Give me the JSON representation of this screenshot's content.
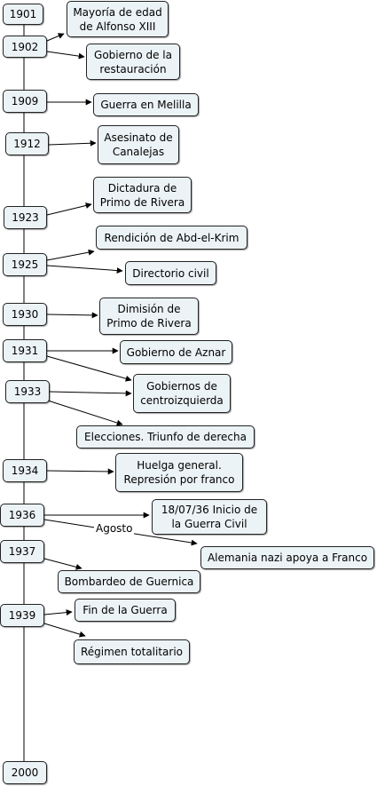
{
  "years": [
    {
      "id": "y1901",
      "label": "1901"
    },
    {
      "id": "y1902",
      "label": "1902"
    },
    {
      "id": "y1909",
      "label": "1909"
    },
    {
      "id": "y1912",
      "label": "1912"
    },
    {
      "id": "y1923",
      "label": "1923"
    },
    {
      "id": "y1925",
      "label": "1925"
    },
    {
      "id": "y1930",
      "label": "1930"
    },
    {
      "id": "y1931",
      "label": "1931"
    },
    {
      "id": "y1933",
      "label": "1933"
    },
    {
      "id": "y1934",
      "label": "1934"
    },
    {
      "id": "y1936",
      "label": "1936"
    },
    {
      "id": "y1937",
      "label": "1937"
    },
    {
      "id": "y1939",
      "label": "1939"
    },
    {
      "id": "y2000",
      "label": "2000"
    }
  ],
  "events": [
    {
      "id": "e1",
      "label": "Mayoría de edad\nde Alfonso XIII"
    },
    {
      "id": "e2",
      "label": "Gobierno de la\nrestauración"
    },
    {
      "id": "e3",
      "label": "Guerra en Melilla"
    },
    {
      "id": "e4",
      "label": "Asesinato de\nCanalejas"
    },
    {
      "id": "e5",
      "label": "Dictadura de\nPrimo de Rivera"
    },
    {
      "id": "e6",
      "label": "Rendición de Abd-el-Krim"
    },
    {
      "id": "e7",
      "label": "Directorio civil"
    },
    {
      "id": "e8",
      "label": "Dimisión de\nPrimo de Rivera"
    },
    {
      "id": "e9",
      "label": "Gobierno de Aznar"
    },
    {
      "id": "e10",
      "label": "Gobiernos de\ncentroizquierda"
    },
    {
      "id": "e11",
      "label": "Elecciones. Triunfo de derecha"
    },
    {
      "id": "e12",
      "label": "Huelga general.\nRepresión por franco"
    },
    {
      "id": "e13",
      "label": "18/07/36 Inicio de\nla Guerra Civil"
    },
    {
      "id": "e14",
      "label": "Alemania nazi apoya a Franco"
    },
    {
      "id": "e15",
      "label": "Bombardeo de Guernica"
    },
    {
      "id": "e16",
      "label": "Fin de la Guerra"
    },
    {
      "id": "e17",
      "label": "Régimen totalitario"
    }
  ],
  "edge_labels": {
    "agosto": "Agosto"
  }
}
